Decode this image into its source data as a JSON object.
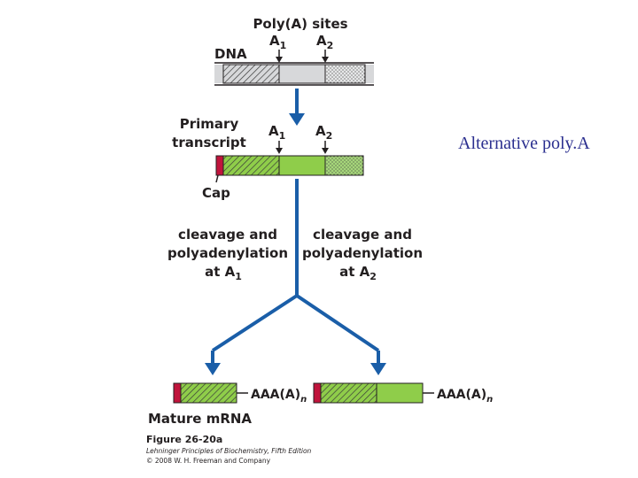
{
  "slide_title": "Alternative poly.A",
  "labels": {
    "polya_sites": "Poly(A) sites",
    "dna": "DNA",
    "site_a1": "A",
    "site_a2": "A",
    "sub_1": "1",
    "sub_2": "2",
    "primary_line1": "Primary",
    "primary_line2": "transcript",
    "cap": "Cap",
    "left_path_line1": "cleavage and",
    "left_path_line2": "polyadenylation",
    "left_path_line3": "at A",
    "right_path_line1": "cleavage and",
    "right_path_line2": "polyadenylation",
    "right_path_line3": "at A",
    "tail": "AAA(A)",
    "tail_sub": "n",
    "mature": "Mature mRNA"
  },
  "figure_caption": {
    "figure_number": "Figure 26-20a",
    "book": "Lehninger Principles of Biochemistry, Fifth Edition",
    "copyright": "© 2008 W. H. Freeman and Company"
  },
  "colors": {
    "arrow_blue": "#1a5ea8",
    "exon_green": "#8fcd4a",
    "cap_red": "#c0143c",
    "dna_gray": "#d7d8da",
    "outline": "#231f20",
    "title_blue": "#2b2f8f"
  }
}
